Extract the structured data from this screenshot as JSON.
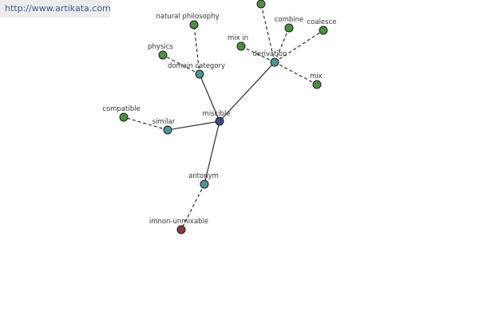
{
  "banner": {
    "url": "http://www.artikata.com"
  },
  "colors": {
    "center": "#3f4a86",
    "relation": "#4e9494",
    "leaf": "#4f8f45",
    "antonym_leaf": "#8b3a3a"
  },
  "graph": {
    "nodes": [
      {
        "id": "miscible",
        "label": "miscible",
        "kind": "center"
      },
      {
        "id": "domain_category",
        "label": "domain category",
        "kind": "relation"
      },
      {
        "id": "derivation",
        "label": "derivation",
        "kind": "relation"
      },
      {
        "id": "similar",
        "label": "similar",
        "kind": "relation"
      },
      {
        "id": "antonym",
        "label": "antonym",
        "kind": "relation"
      },
      {
        "id": "natural_philosophy",
        "label": "natural philosophy",
        "kind": "leaf"
      },
      {
        "id": "physics",
        "label": "physics",
        "kind": "leaf"
      },
      {
        "id": "unlabeled_top",
        "label": "",
        "kind": "leaf"
      },
      {
        "id": "mix_in",
        "label": "mix in",
        "kind": "leaf"
      },
      {
        "id": "combine",
        "label": "combine",
        "kind": "leaf"
      },
      {
        "id": "coalesce",
        "label": "coalesce",
        "kind": "leaf"
      },
      {
        "id": "mix",
        "label": "mix",
        "kind": "leaf"
      },
      {
        "id": "compatible",
        "label": "compatible",
        "kind": "leaf"
      },
      {
        "id": "imnon_unmixable",
        "label": "imnon-unmixable",
        "kind": "antonym_leaf"
      }
    ],
    "edges": [
      {
        "from": "miscible",
        "to": "domain_category",
        "style": "solid"
      },
      {
        "from": "miscible",
        "to": "derivation",
        "style": "solid"
      },
      {
        "from": "miscible",
        "to": "similar",
        "style": "solid"
      },
      {
        "from": "miscible",
        "to": "antonym",
        "style": "solid"
      },
      {
        "from": "domain_category",
        "to": "natural_philosophy",
        "style": "dashed"
      },
      {
        "from": "domain_category",
        "to": "physics",
        "style": "dashed"
      },
      {
        "from": "derivation",
        "to": "unlabeled_top",
        "style": "dashed"
      },
      {
        "from": "derivation",
        "to": "mix_in",
        "style": "dashed"
      },
      {
        "from": "derivation",
        "to": "combine",
        "style": "dashed"
      },
      {
        "from": "derivation",
        "to": "coalesce",
        "style": "dashed"
      },
      {
        "from": "derivation",
        "to": "mix",
        "style": "dashed"
      },
      {
        "from": "similar",
        "to": "compatible",
        "style": "dashed"
      },
      {
        "from": "antonym",
        "to": "imnon_unmixable",
        "style": "dashed"
      }
    ]
  }
}
